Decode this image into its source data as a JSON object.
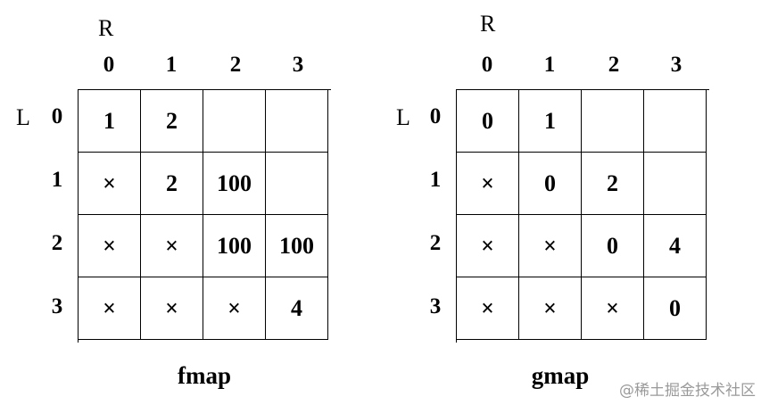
{
  "matrices": [
    {
      "caption": "fmap",
      "col_axis": "R",
      "row_axis": "L",
      "col_headers": [
        "0",
        "1",
        "2",
        "3"
      ],
      "row_headers": [
        "0",
        "1",
        "2",
        "3"
      ],
      "cells": [
        [
          "1",
          "2",
          "",
          ""
        ],
        [
          "×",
          "2",
          "100",
          ""
        ],
        [
          "×",
          "×",
          "100",
          "100"
        ],
        [
          "×",
          "×",
          "×",
          "4"
        ]
      ]
    },
    {
      "caption": "gmap",
      "col_axis": "R",
      "row_axis": "L",
      "col_headers": [
        "0",
        "1",
        "2",
        "3"
      ],
      "row_headers": [
        "0",
        "1",
        "2",
        "3"
      ],
      "cells": [
        [
          "0",
          "1",
          "",
          ""
        ],
        [
          "×",
          "0",
          "2",
          ""
        ],
        [
          "×",
          "×",
          "0",
          "4"
        ],
        [
          "×",
          "×",
          "×",
          "0"
        ]
      ]
    }
  ],
  "watermark": "@稀土掘金技术社区"
}
